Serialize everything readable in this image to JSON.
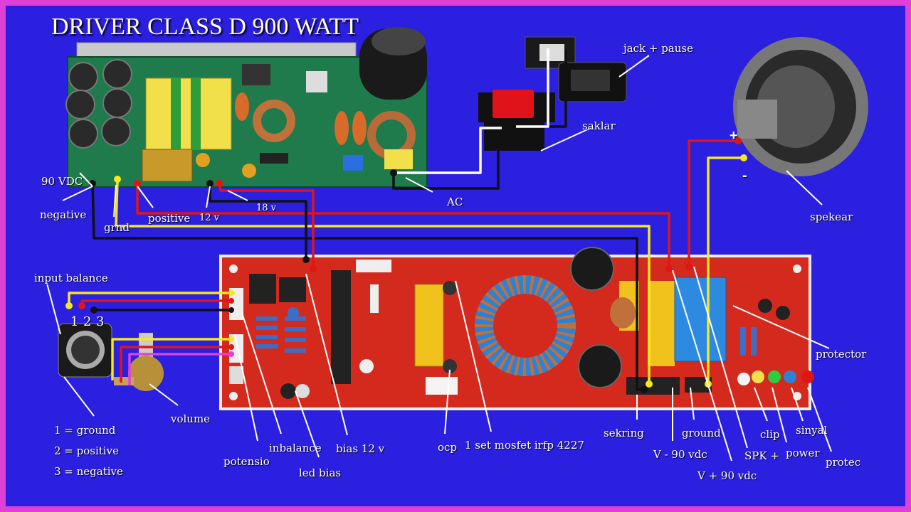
{
  "title": "DRIVER CLASS D 900 WATT",
  "psu": {
    "vdc": "90 VDC",
    "negative": "negative",
    "grnd": "grnd",
    "positive": "positive",
    "v12": "12 v",
    "v18": "18 v",
    "ac": "AC"
  },
  "mains": {
    "jack_pause": "jack + pause",
    "saklar": "saklar"
  },
  "speaker": {
    "label": "spekear",
    "plus": "+",
    "minus": "-"
  },
  "input": {
    "balance": "input balance",
    "pin1": "1",
    "pin2": "2",
    "pin3": "3",
    "legend": [
      "1 = ground",
      "2 = positive",
      "3 = negative"
    ],
    "volume": "volume"
  },
  "board": {
    "potensio": "potensio",
    "inbalance": "inbalance",
    "led_bias": "led bias",
    "bias12": "bias 12 v",
    "ocp": "ocp",
    "mosfet": "1 set mosfet irfp 4227",
    "sekring": "sekring",
    "vminus": "V - 90 vdc",
    "ground": "ground",
    "vplus": "V + 90 vdc",
    "spk": "SPK +",
    "clip": "clip",
    "power": "power",
    "sinyal": "sinyal",
    "protec": "protec",
    "protector": "protector"
  },
  "colors": {
    "background": "#2b1fe0",
    "border": "#e040d8",
    "wire_red": "#e01616",
    "wire_yellow": "#f5e81c",
    "wire_black": "#111111",
    "wire_white": "#ffffff",
    "pcb_red": "#d42a1e",
    "pcb_green": "#1f7a4c"
  }
}
